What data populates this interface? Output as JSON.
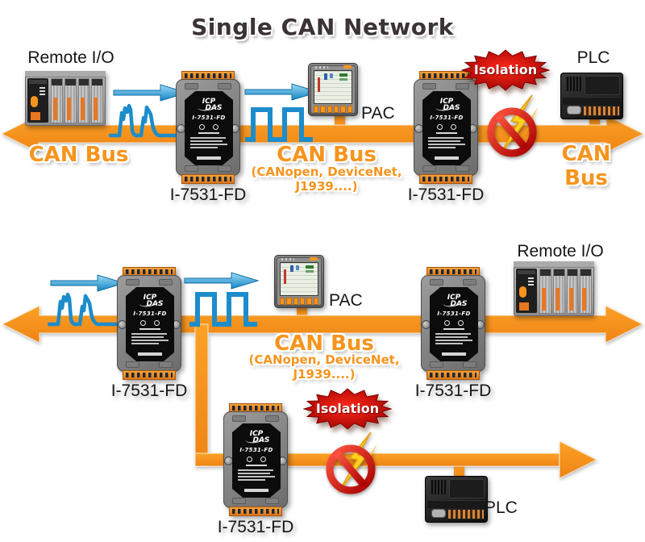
{
  "title": "Single CAN Network",
  "labels": {
    "remote_io": "Remote I/O",
    "pac": "PAC",
    "plc": "PLC",
    "repeater": "I-7531-FD",
    "can_bus": "CAN Bus",
    "protocols": "(CANopen, DeviceNet, J1939....)",
    "isolation": "Isolation"
  },
  "repeater_face": {
    "logo_top": "ICP",
    "logo_bottom": "DAS",
    "model": "I-7531-FD"
  },
  "colors": {
    "bus_orange": "#F6921E",
    "label_orange": "#F7941D",
    "signal_blue": "#1C8CCB",
    "isolation_red": "#CC1111",
    "title_dark": "#3B3335"
  }
}
